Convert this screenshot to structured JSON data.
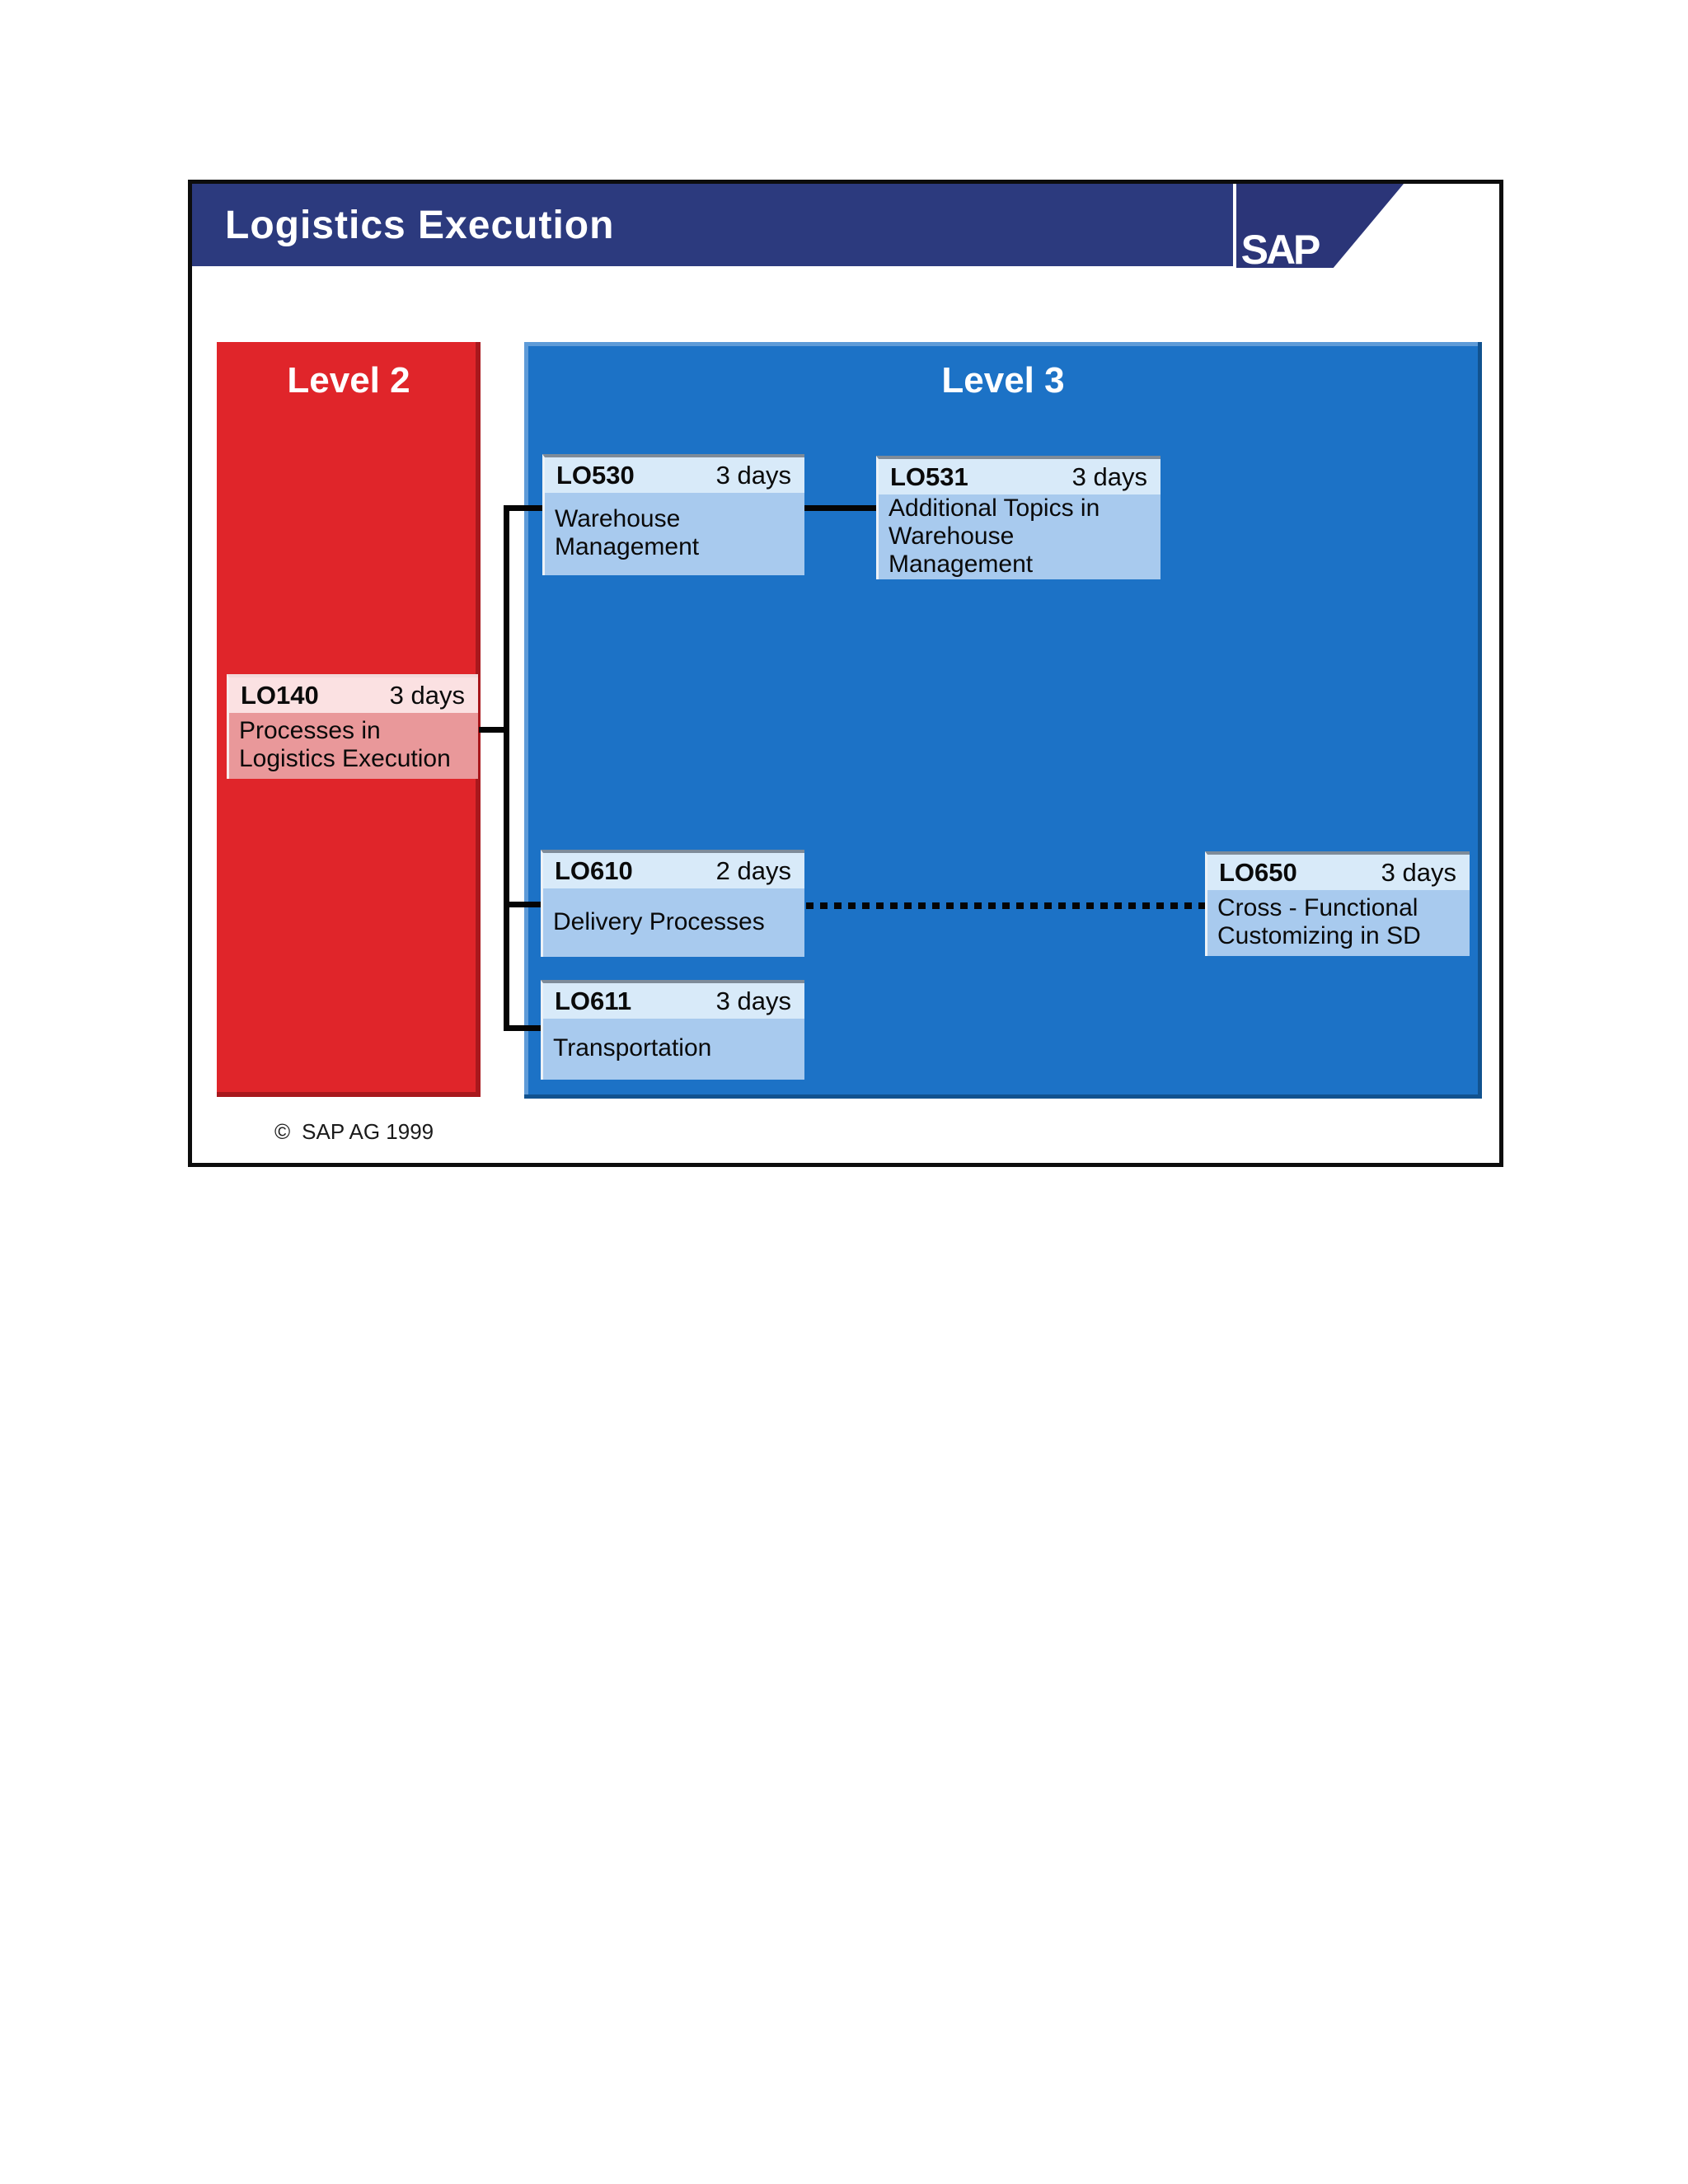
{
  "slide": {
    "title": "Logistics Execution",
    "logo_text": "SAP",
    "copyright_symbol": "©",
    "copyright_text": "SAP AG 1999"
  },
  "level2": {
    "label": "Level 2",
    "courses": [
      {
        "code": "LO140",
        "duration": "3 days",
        "title": "Processes in\nLogistics Execution"
      }
    ]
  },
  "level3": {
    "label": "Level 3",
    "courses": [
      {
        "code": "LO530",
        "duration": "3 days",
        "title": "Warehouse\nManagement"
      },
      {
        "code": "LO531",
        "duration": "3 days",
        "title": "Additional Topics in\nWarehouse\nManagement"
      },
      {
        "code": "LO610",
        "duration": "2 days",
        "title": "Delivery Processes"
      },
      {
        "code": "LO611",
        "duration": "3 days",
        "title": "Transportation"
      },
      {
        "code": "LO650",
        "duration": "3 days",
        "title": "Cross - Functional\nCustomizing in SD"
      }
    ]
  },
  "connections": {
    "solid": [
      "LO140-LO530",
      "LO140-LO610",
      "LO140-LO611",
      "LO530-LO531"
    ],
    "dotted": [
      "LO610-LO650"
    ]
  },
  "colors": {
    "header_navy": "#2C3A7E",
    "logo_navy": "#2B3578",
    "level2_red": "#E0252A",
    "level3_blue": "#1C72C6",
    "box_header_blue": "#D8EAF9",
    "box_body_blue": "#A8CAEE",
    "box_header_pink": "#FBE1E2",
    "box_body_salmon": "#E9989A",
    "line_black": "#050505"
  }
}
